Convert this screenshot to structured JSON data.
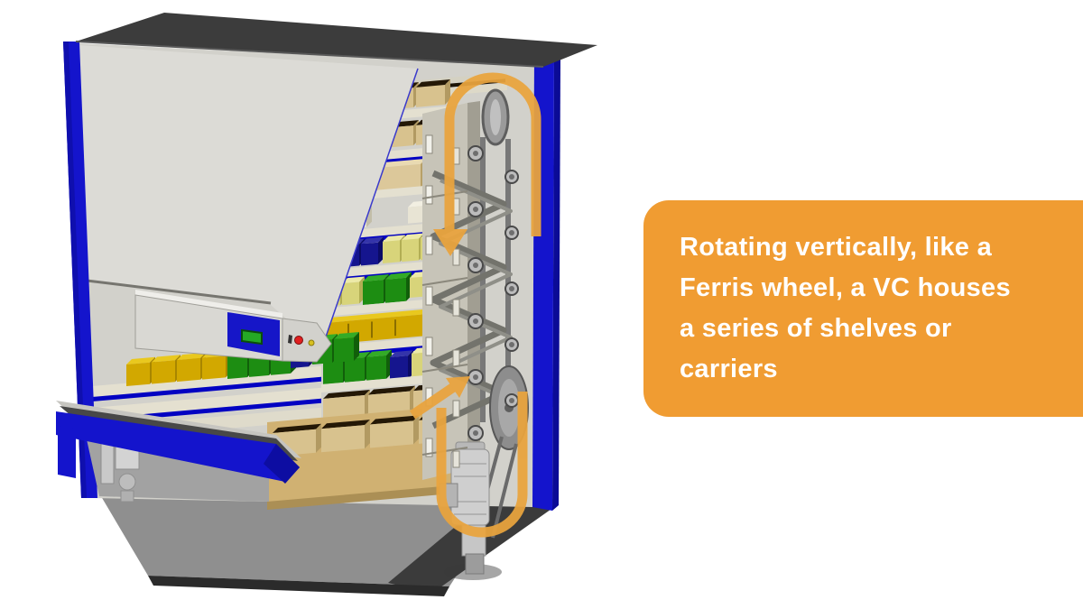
{
  "callout": {
    "text": "Rotating vertically, like a Ferris wheel, a VC houses a series of shelves or carriers",
    "lines": [
      "Rotating vertically, like a",
      "Ferris wheel, a VC houses",
      "a series of shelves or",
      "carriers"
    ],
    "background_color": "#F09C32",
    "text_color": "#FFFFFF"
  },
  "illustration": {
    "description": "Cutaway 3D rendering of a vertical carousel (VC) storage machine with rotating shelf carriers, chain drive and motor",
    "rotation_arrows": {
      "color": "#E9A43E",
      "top_direction": "down",
      "bottom_direction": "up"
    },
    "colors": {
      "cabinet_blue": "#1414CC",
      "roof_dark_gray": "#3C3C3C",
      "panel_light_gray": "#DCDBD6",
      "shelf_cream": "#E4E0D0",
      "shelf_stripe_navy": "#0202C2",
      "bin_yellow": "#D8D47A",
      "bin_green": "#1D8D12",
      "bin_navy": "#15158E",
      "tray_gold": "#D2A800",
      "tray_tan": "#D8C28E",
      "floor_gray": "#8F8F8F"
    }
  }
}
